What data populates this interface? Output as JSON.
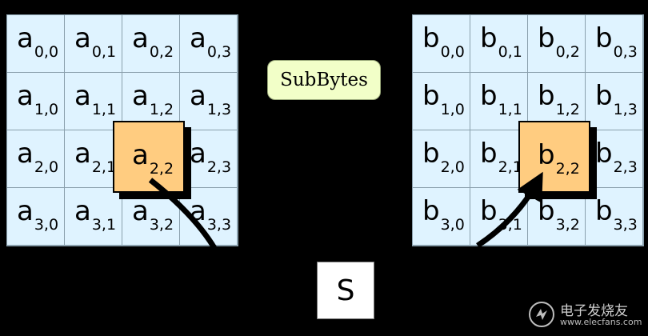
{
  "operation_label": "SubBytes",
  "sbox_label": "S",
  "state_in": {
    "symbol": "a",
    "cells": [
      [
        "0,0",
        "0,1",
        "0,2",
        "0,3"
      ],
      [
        "1,0",
        "1,1",
        "1,2",
        "1,3"
      ],
      [
        "2,0",
        "2,1",
        "2,2",
        "2,3"
      ],
      [
        "3,0",
        "3,1",
        "3,2",
        "3,3"
      ]
    ],
    "highlight": "2,2"
  },
  "state_out": {
    "symbol": "b",
    "cells": [
      [
        "0,0",
        "0,1",
        "0,2",
        "0,3"
      ],
      [
        "1,0",
        "1,1",
        "1,2",
        "1,3"
      ],
      [
        "2,0",
        "2,1",
        "2,2",
        "2,3"
      ],
      [
        "3,0",
        "3,1",
        "3,2",
        "3,3"
      ]
    ],
    "highlight": "2,2"
  },
  "colors": {
    "background": "#000000",
    "grid_fill": "#dff3ff",
    "highlight_fill": "#ffcc80",
    "operation_fill": "#f2ffc8",
    "sbox_fill": "#ffffff"
  },
  "watermark": {
    "text": "电子发烧友",
    "url": "www.elecfans.com"
  }
}
